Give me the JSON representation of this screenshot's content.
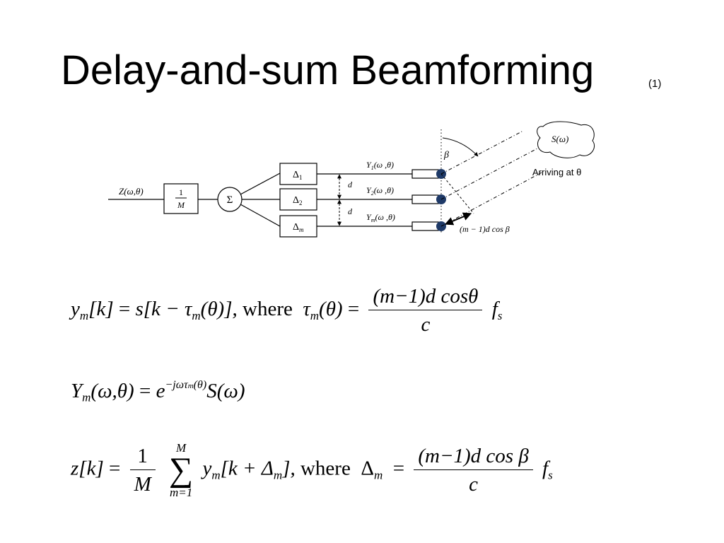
{
  "slide": {
    "title": "Delay-and-sum Beamforming",
    "title_note": "(1)"
  },
  "diagram": {
    "output_label": "Z(ω,θ)",
    "scale_num": "1",
    "scale_den": "M",
    "sum_symbol": "Σ",
    "delays": [
      {
        "symbol": "Δ",
        "index": "1"
      },
      {
        "symbol": "Δ",
        "index": "2"
      },
      {
        "symbol": "Δ",
        "index": "m"
      }
    ],
    "channels": [
      {
        "name": "Y",
        "index": "1",
        "args": "(ω ,θ)"
      },
      {
        "name": "Y",
        "index": "2",
        "args": "(ω ,θ)"
      },
      {
        "name": "Y",
        "index": "m",
        "args": "(ω ,θ)"
      }
    ],
    "spacing_label": "d",
    "angle_label": "β",
    "source_label": "S(ω)",
    "arriving_label": "Arriving at θ",
    "path_label": "(m − 1)d cos β"
  },
  "equations": {
    "eq1": {
      "lhs": "y",
      "lhs_sub": "m",
      "lhs_arg": "[k]",
      "eq": "=",
      "rhs_1": "s[k − τ",
      "rhs_sub": "m",
      "rhs_2": "(θ)],",
      "where": "where",
      "tau": "τ",
      "tau_sub": "m",
      "tau_arg": "(θ)",
      "eq2": "=",
      "num": "(m−1)d cosθ",
      "den": "c",
      "fs": "f",
      "fs_sub": "s"
    },
    "eq2": {
      "lhs": "Y",
      "lhs_sub": "m",
      "lhs_arg": "(ω,θ)",
      "eq": "=",
      "base": "e",
      "exp": "−jωτ",
      "exp_sub": "m",
      "exp_arg": "(θ)",
      "tail": "S(ω)"
    },
    "eq3": {
      "lhs": "z[k]",
      "eq": "=",
      "num": "1",
      "den": "M",
      "sum_top": "M",
      "sum_sym": "∑",
      "sum_bot": "m=1",
      "y": "y",
      "y_sub": "m",
      "arg_1": "[k + Δ",
      "arg_sub": "m",
      "arg_2": "],",
      "where": "where",
      "delta": "Δ",
      "delta_sub": "m",
      "eq2": "=",
      "num2": "(m−1)d cos β",
      "den2": "c",
      "fs": "f",
      "fs_sub": "s"
    }
  }
}
